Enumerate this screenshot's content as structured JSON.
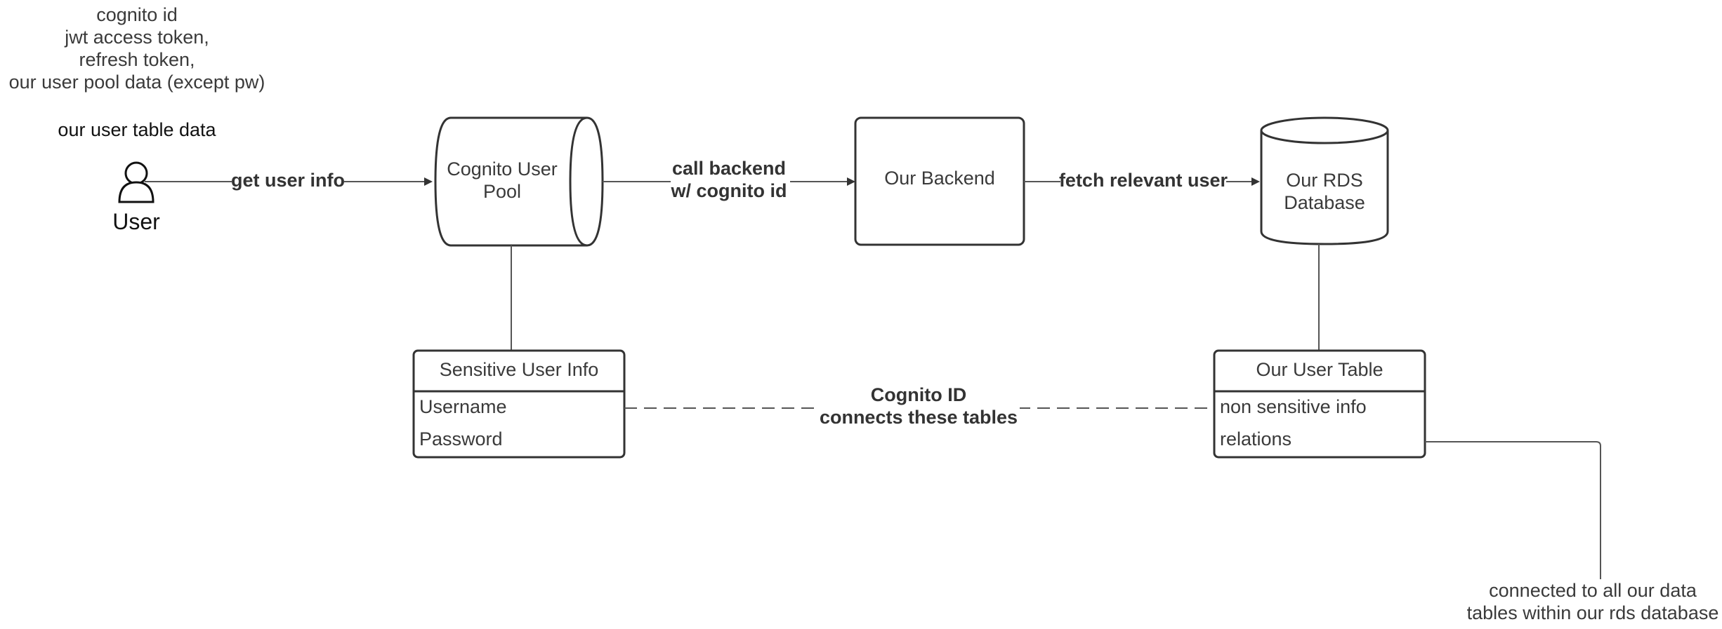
{
  "colors": {
    "stroke": "#333333",
    "text": "#3a3a3a",
    "background": "#ffffff"
  },
  "user_info_note": {
    "lines": [
      "cognito id",
      "jwt access token,",
      "refresh token,",
      "our user pool data (except pw)"
    ],
    "extra": "our user table data"
  },
  "user_actor": {
    "icon": "person-icon",
    "label": "User"
  },
  "cognito_pool": {
    "lines": [
      "Cognito User",
      "Pool"
    ]
  },
  "backend": {
    "label": "Our Backend"
  },
  "rds": {
    "lines": [
      "Our RDS",
      "Database"
    ]
  },
  "connectors": {
    "get_user_info": "get user info",
    "call_backend": [
      "call backend",
      "w/ cognito id"
    ],
    "fetch_user": "fetch relevant user",
    "cognito_id_link": [
      "Cognito ID",
      "connects these tables"
    ]
  },
  "sensitive_table": {
    "title": "Sensitive User Info",
    "fields": [
      "Username",
      "Password"
    ]
  },
  "user_table": {
    "title": "Our User Table",
    "fields": [
      "non sensitive info",
      "relations"
    ]
  },
  "footnote": {
    "lines": [
      "connected to all our data",
      "tables within our rds database"
    ]
  }
}
